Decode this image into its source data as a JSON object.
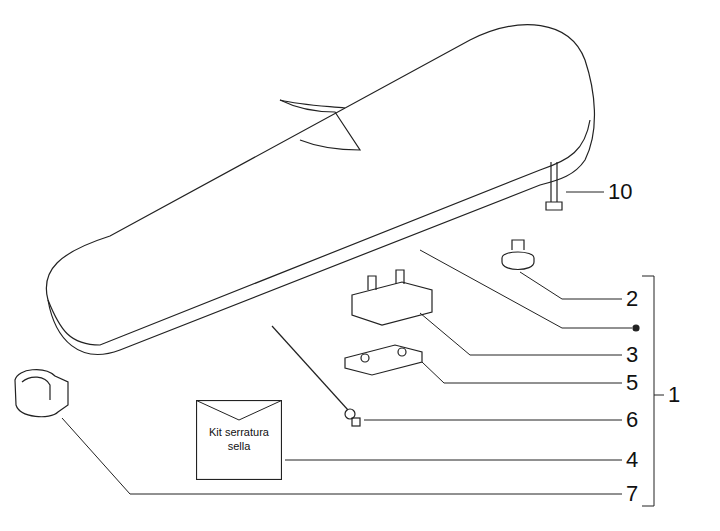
{
  "diagram": {
    "nodes": [
      {
        "text": [
          "Kit serratura sella"
        ]
      }
    ],
    "labels": [
      "10",
      "2",
      "3",
      "5",
      "6",
      "4",
      "7",
      "1"
    ]
  }
}
